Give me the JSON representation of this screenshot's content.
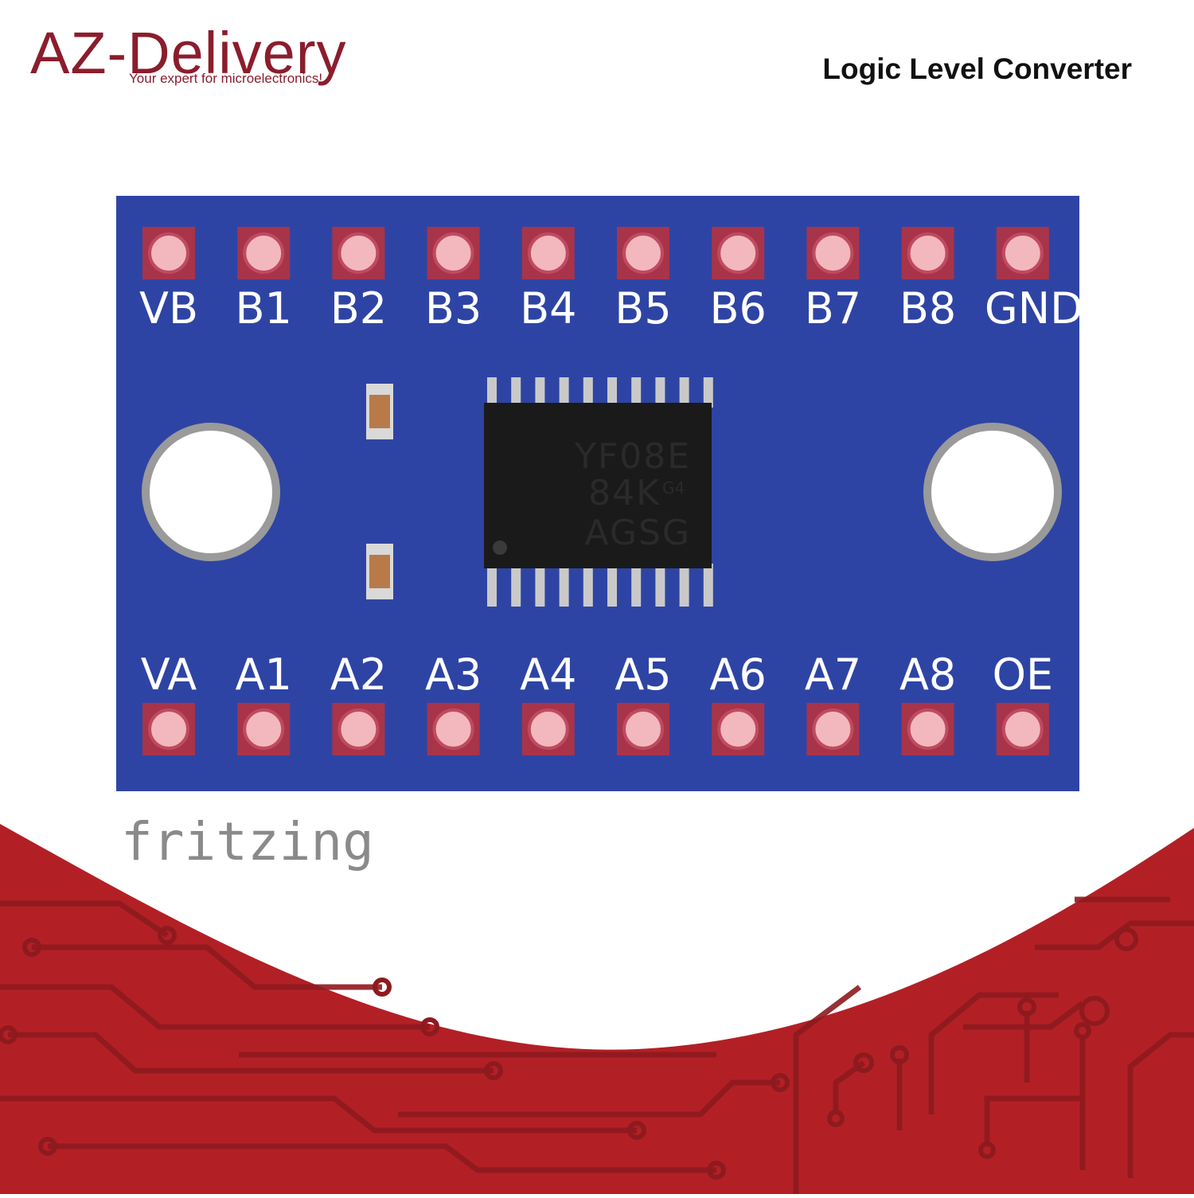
{
  "brand": {
    "name": "AZ-Delivery",
    "tagline": "Your expert for microelectronics!"
  },
  "title": "Logic Level Converter",
  "board": {
    "top_pins": [
      "VB",
      "B1",
      "B2",
      "B3",
      "B4",
      "B5",
      "B6",
      "B7",
      "B8",
      "GND"
    ],
    "bottom_pins": [
      "VA",
      "A1",
      "A2",
      "A3",
      "A4",
      "A5",
      "A6",
      "A7",
      "A8",
      "OE"
    ],
    "chip_marking": [
      "YF08E",
      "84K",
      "AGSG"
    ],
    "chip_marking_small": "G4",
    "pins_per_chip_side": 10
  },
  "watermark": "fritzing",
  "colors": {
    "board": "#2e44a4",
    "brand": "#8b1d2c",
    "background_band": "#b22026",
    "pad": "#a8344a",
    "pad_center": "#f2b8be"
  }
}
